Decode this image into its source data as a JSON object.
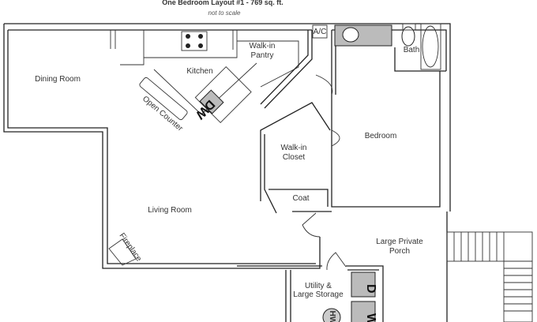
{
  "title": "One Bedroom Layout #1 - 769 sq. ft.",
  "subtitle": "not to scale",
  "rooms": {
    "dining": "Dining Room",
    "kitchen": "Kitchen",
    "pantry_1": "Walk-in",
    "pantry_2": "Pantry",
    "open_counter": "Open Counter",
    "dishwasher": "DW",
    "ac": "A/C",
    "bath": "Bath",
    "bedroom": "Bedroom",
    "closet_1": "Walk-in",
    "closet_2": "Closet",
    "coat": "Coat",
    "living": "Living Room",
    "fireplace": "Fireplace",
    "porch_1": "Large Private",
    "porch_2": "Porch",
    "utility_1": "Utility &",
    "utility_2": "Large Storage",
    "dryer": "D",
    "washer": "W",
    "water_heater": "HW"
  }
}
